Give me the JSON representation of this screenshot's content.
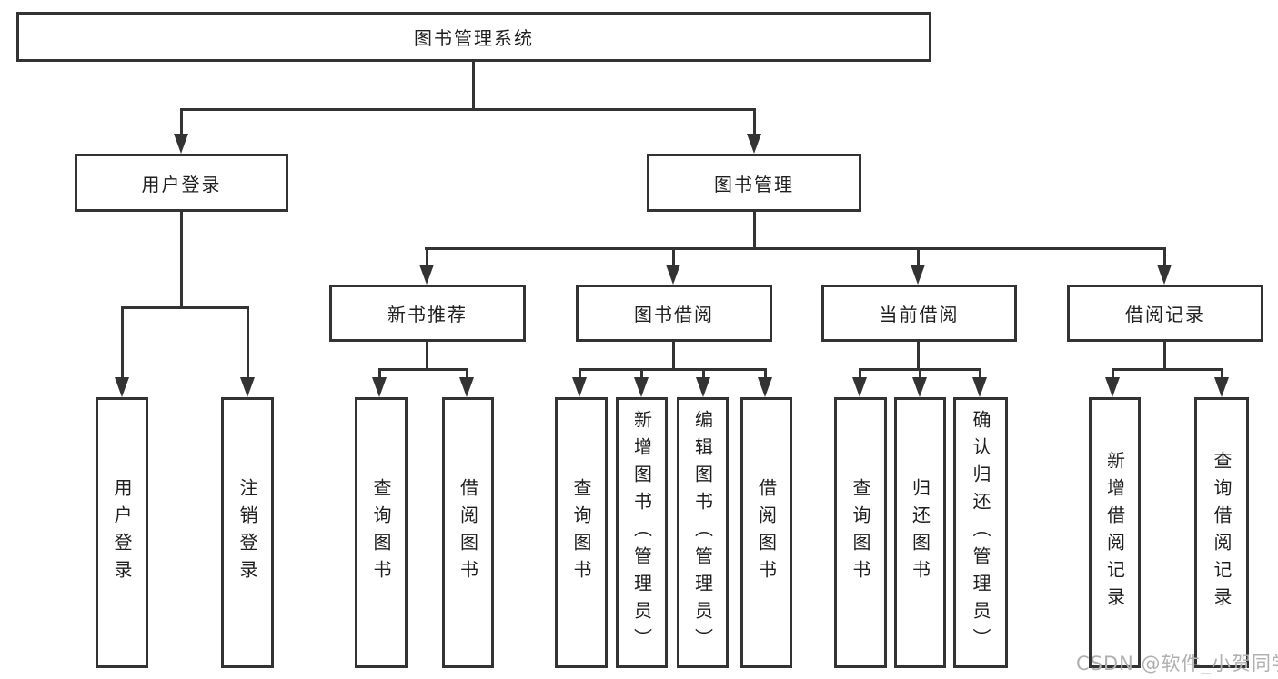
{
  "tree": {
    "label": "图书管理系统",
    "children": [
      {
        "label": "用户登录",
        "children": [
          {
            "label": "用户登录"
          },
          {
            "label": "注销登录"
          }
        ]
      },
      {
        "label": "图书管理",
        "children": [
          {
            "label": "新书推荐",
            "children": [
              {
                "label": "查询图书"
              },
              {
                "label": "借阅图书"
              }
            ]
          },
          {
            "label": "图书借阅",
            "children": [
              {
                "label": "查询图书"
              },
              {
                "label": "新增图书（管理员）"
              },
              {
                "label": "编辑图书（管理员）"
              },
              {
                "label": "借阅图书"
              }
            ]
          },
          {
            "label": "当前借阅",
            "children": [
              {
                "label": "查询图书"
              },
              {
                "label": "归还图书"
              },
              {
                "label": "确认归还（管理员）"
              }
            ]
          },
          {
            "label": "借阅记录",
            "children": [
              {
                "label": "新增借阅记录"
              },
              {
                "label": "查询借阅记录"
              }
            ]
          }
        ]
      }
    ]
  },
  "watermark": {
    "text": "CSDN @软件_小贺同学"
  },
  "colors": {
    "line": "#333333",
    "text": "#1f1f1f",
    "watermark": "#b0b0b0",
    "background": "#ffffff"
  }
}
